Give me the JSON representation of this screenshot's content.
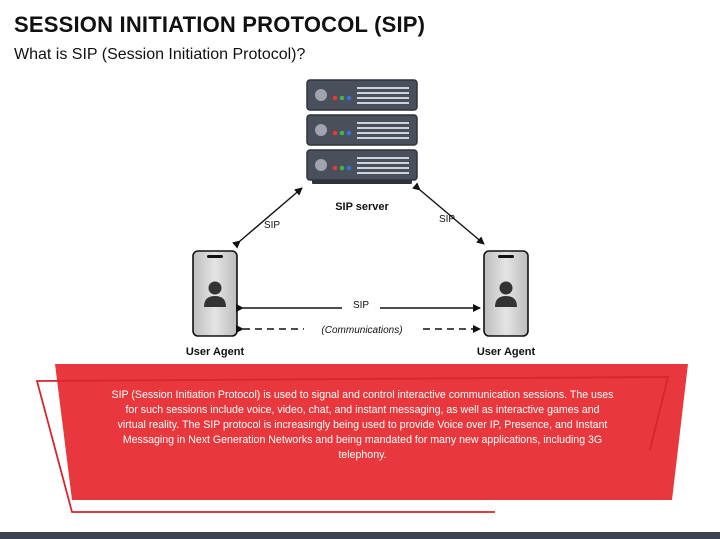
{
  "slide": {
    "title": "SESSION INITIATION PROTOCOL (SIP)",
    "subtitle": "What is SIP (Session Initiation Protocol)?"
  },
  "diagram": {
    "server_label": "SIP server",
    "left_link_label": "SIP",
    "right_link_label": "SIP",
    "middle_link_label": "SIP",
    "communications_label": "(Communications)",
    "left_agent_label": "User Agent",
    "right_agent_label": "User Agent"
  },
  "description": "SIP (Session Initiation Protocol) is used to signal and control interactive communication sessions. The uses for such sessions include voice, video, chat, and instant messaging, as well as interactive games and virtual reality. The SIP protocol is increasingly being used to provide Voice over IP, Presence, and Instant Messaging in Next Generation Networks and being mandated for many new applications, including 3G telephony.",
  "colors": {
    "banner_red": "#e8383d",
    "outline_red": "#d7262c",
    "server_body": "#4a4f5c",
    "phone_body": "#d0d0d0"
  },
  "icons": [
    "server-icon",
    "smartphone-icon",
    "user-icon"
  ]
}
